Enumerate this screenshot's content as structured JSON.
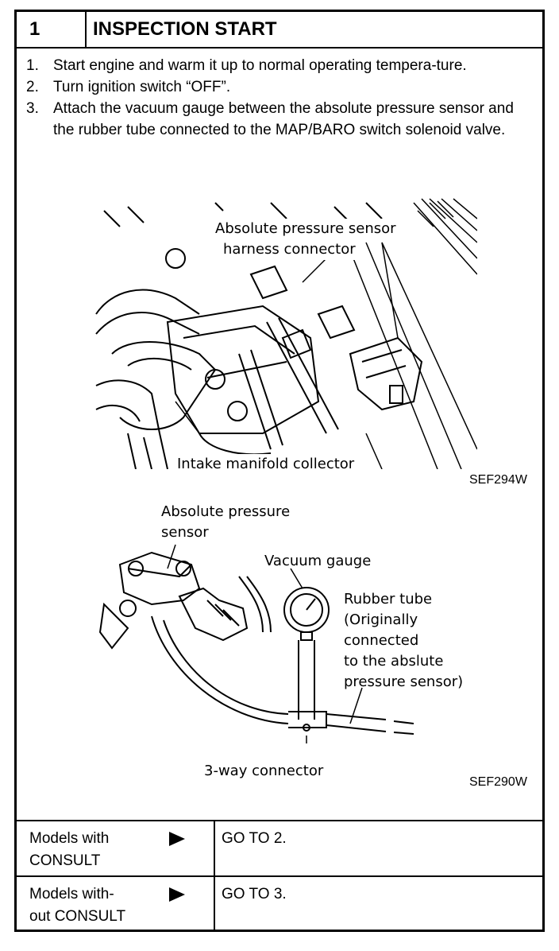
{
  "header": {
    "step_number": "1",
    "title": "INSPECTION START"
  },
  "steps": [
    {
      "num": "1.",
      "text": "Start engine and warm it up to normal operating tempera-ture."
    },
    {
      "num": "2.",
      "text": "Turn ignition switch “OFF”."
    },
    {
      "num": "3.",
      "text": "Attach the vacuum gauge between the absolute pressure sensor and the rubber tube connected to the MAP/BARO switch solenoid valve."
    }
  ],
  "figure1": {
    "label_connector_line1": "Absolute pressure sensor",
    "label_connector_line2": "harness connector",
    "label_collector": "Intake manifold collector",
    "code": "SEF294W"
  },
  "figure2": {
    "label_sensor_line1": "Absolute pressure",
    "label_sensor_line2": "sensor",
    "label_gauge": "Vacuum gauge",
    "label_tube": "Rubber tube\n(Originally\nconnected\nto the abslute\npressure sensor)",
    "label_connector": "3-way connector",
    "code": "SEF290W"
  },
  "navigation": [
    {
      "condition": "Models with\nCONSULT",
      "action": "GO TO 2."
    },
    {
      "condition": "Models with-\nout CONSULT",
      "action": "GO TO 3."
    }
  ]
}
